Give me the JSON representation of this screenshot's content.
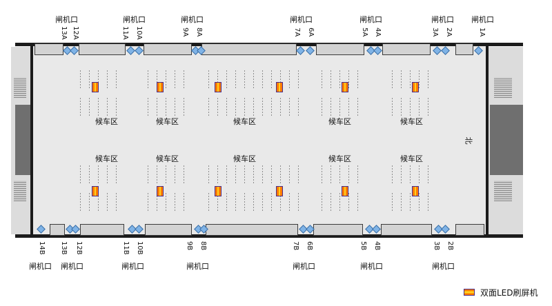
{
  "legend": {
    "label": "双面LED刷屏机"
  },
  "north": {
    "label": "北"
  },
  "zones": {
    "label": "候车区"
  },
  "gates": {
    "caption": "闸机口",
    "top": [
      {
        "a": "13A",
        "b": "12A"
      },
      {
        "a": "11A",
        "b": "10A"
      },
      {
        "a": "9A",
        "b": "8A"
      },
      {
        "a": "7A",
        "b": "6A"
      },
      {
        "a": "5A",
        "b": "4A"
      },
      {
        "a": "3A",
        "b": "2A"
      },
      {
        "a": "1A",
        "b": ""
      }
    ],
    "bottom": [
      {
        "a": "14B",
        "b": "13B",
        "c": "12B"
      },
      {
        "a": "11B",
        "b": "10B"
      },
      {
        "a": "9B",
        "b": "8B"
      },
      {
        "a": "7B",
        "b": "6B"
      },
      {
        "a": "5B",
        "b": "4B"
      },
      {
        "a": "3B",
        "b": "2B"
      }
    ]
  },
  "colors": {
    "screen_outer": "#ff7b00",
    "screen_inner": "#ffd21f",
    "screen_border": "#4a2a8a",
    "gate": "#7fb3e6"
  }
}
